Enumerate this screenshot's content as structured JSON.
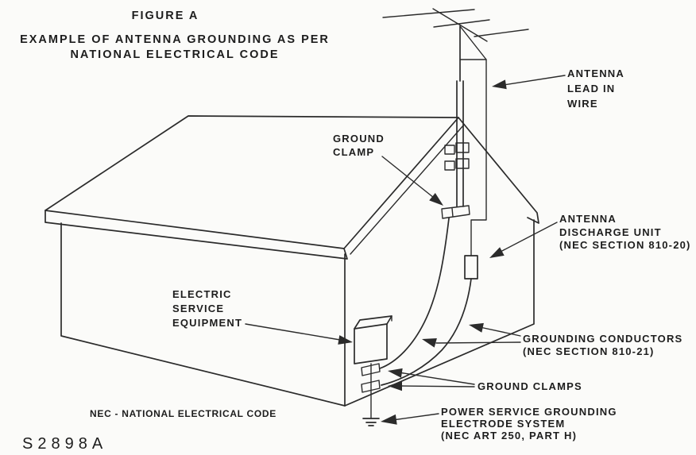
{
  "title": {
    "figure": "FIGURE A",
    "line1": "EXAMPLE OF ANTENNA GROUNDING AS PER",
    "line2": "NATIONAL ELECTRICAL CODE"
  },
  "labels": {
    "antenna_lead_in_wire": {
      "lines": [
        "ANTENNA",
        "LEAD IN",
        "WIRE"
      ]
    },
    "ground_clamp": {
      "lines": [
        "GROUND",
        "CLAMP"
      ]
    },
    "antenna_discharge_unit": {
      "lines": [
        "ANTENNA",
        "DISCHARGE UNIT",
        "(NEC SECTION 810-20)"
      ]
    },
    "electric_service_equipment": {
      "lines": [
        "ELECTRIC",
        "SERVICE",
        "EQUIPMENT"
      ]
    },
    "grounding_conductors": {
      "lines": [
        "GROUNDING CONDUCTORS",
        "(NEC SECTION 810-21)"
      ]
    },
    "ground_clamps": {
      "lines": [
        "GROUND CLAMPS"
      ]
    },
    "power_service_grounding": {
      "lines": [
        "POWER SERVICE GROUNDING",
        "ELECTRODE SYSTEM",
        "(NEC ART 250, PART H)"
      ]
    }
  },
  "footnotes": {
    "nec_abbreviation": "NEC - NATIONAL ELECTRICAL CODE",
    "document_number": "S2898A"
  },
  "colors": {
    "background": "#fbfbf9",
    "line": "#2b2b2b",
    "text": "#1d1d1d"
  }
}
